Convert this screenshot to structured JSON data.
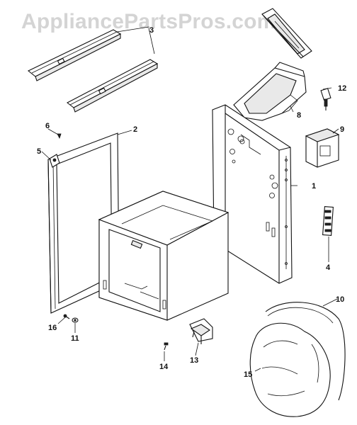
{
  "watermark": "AppliancePartsPros.com",
  "callouts": {
    "p1": "1",
    "p2": "2",
    "p3": "3",
    "p4": "4",
    "p5": "5",
    "p6": "6",
    "p8": "8",
    "p9": "9",
    "p10": "10",
    "p11": "11",
    "p12": "12",
    "p13": "13",
    "p14": "14",
    "p15": "15",
    "p16": "16"
  }
}
